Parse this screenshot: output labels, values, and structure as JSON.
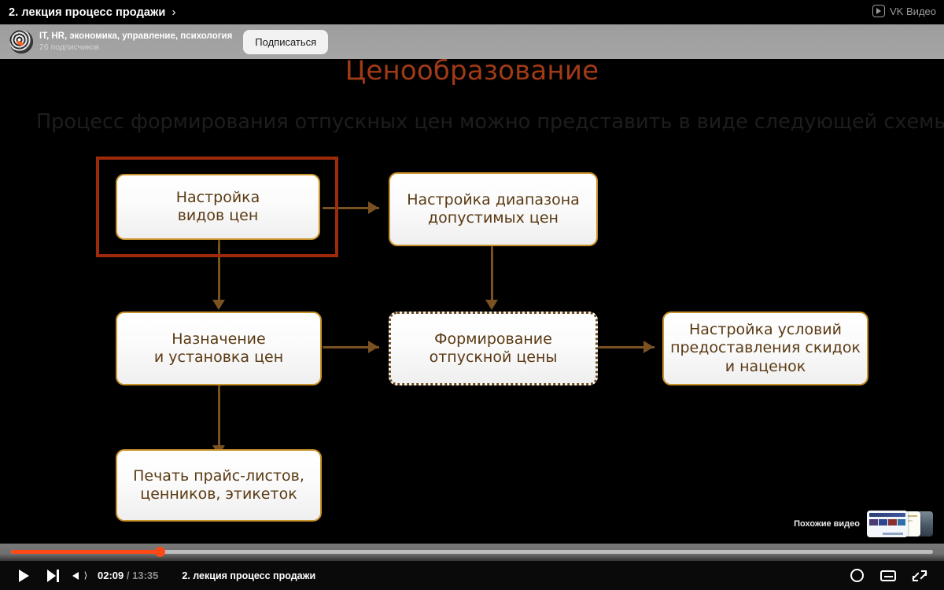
{
  "player": {
    "video_title": "2. лекция процесс продажи",
    "chevron": "›",
    "brand": "VK Видео",
    "brand_icon": "play-box-icon",
    "channel": {
      "name": "IT, HR, экономика, управление, психология",
      "subscribers": "26 подписчиков",
      "subscribe_label": "Подписаться",
      "avatar_icon": "channel-avatar"
    },
    "controls": {
      "play_icon": "play-icon",
      "next_icon": "next-track-icon",
      "volume_icon": "volume-icon",
      "current_time": "02:09",
      "separator": "/",
      "duration": "13:35",
      "title": "2. лекция процесс продажи",
      "settings_icon": "gear-icon",
      "subtitles_icon": "closed-captions-icon",
      "fullscreen_icon": "exit-fullscreen-icon",
      "progress_percent": 16.2,
      "progress_color": "#ff4a17"
    },
    "related": {
      "label": "Похожие видео",
      "thumbnail_icon": "related-videos-thumbnail"
    }
  },
  "slide": {
    "title": "Ценообразование",
    "title_color": "#a13a16",
    "subtitle": "Процесс формирования отпускных цен можно представить в виде следующей схемы.",
    "node_border_color": "#c8922b",
    "node_text_color": "#5a3a13",
    "highlight_color": "#9e2a0c",
    "connector_color": "#7a5222",
    "nodes": [
      {
        "id": "n1",
        "line1": "Настройка",
        "line2": "видов цен",
        "line3": "",
        "highlighted": true,
        "dotted": false
      },
      {
        "id": "n2",
        "line1": "Настройка диапазона",
        "line2": "допустимых цен",
        "line3": "",
        "highlighted": false,
        "dotted": false
      },
      {
        "id": "n3",
        "line1": "Назначение",
        "line2": "и установка цен",
        "line3": "",
        "highlighted": false,
        "dotted": false
      },
      {
        "id": "n4",
        "line1": "Формирование",
        "line2": "отпускной цены",
        "line3": "",
        "highlighted": false,
        "dotted": true
      },
      {
        "id": "n5",
        "line1": "Настройка условий",
        "line2": "предоставления скидок",
        "line3": "и наценок",
        "highlighted": false,
        "dotted": false
      },
      {
        "id": "n6",
        "line1": "Печать прайс-листов,",
        "line2": "ценников, этикеток",
        "line3": "",
        "highlighted": false,
        "dotted": false
      }
    ]
  }
}
